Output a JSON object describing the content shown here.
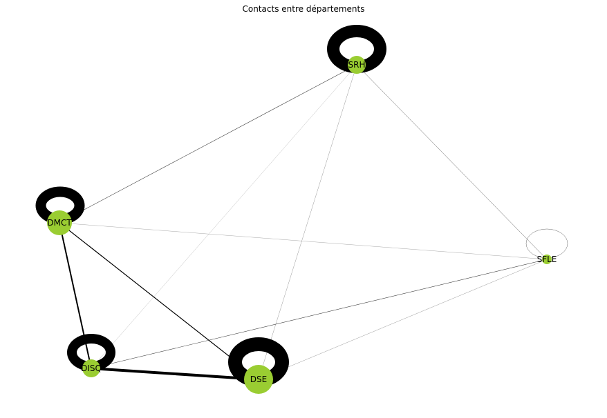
{
  "title": "Contacts entre départements",
  "colors": {
    "node": "#9acd32",
    "edge": "#000000",
    "background": "#ffffff"
  },
  "nodes": [
    {
      "id": "SRH",
      "label": "SRH"
    },
    {
      "id": "DMCT",
      "label": "DMCT"
    },
    {
      "id": "SFLE",
      "label": "SFLE"
    },
    {
      "id": "DISQ",
      "label": "DISQ"
    },
    {
      "id": "DSE",
      "label": "DSE"
    }
  ],
  "edges": [
    {
      "source": "SRH",
      "target": "DMCT",
      "weight": 0.6
    },
    {
      "source": "SRH",
      "target": "DISQ",
      "weight": 0.2
    },
    {
      "source": "SRH",
      "target": "DSE",
      "weight": 0.3
    },
    {
      "source": "SRH",
      "target": "SFLE",
      "weight": 0.5
    },
    {
      "source": "DMCT",
      "target": "SFLE",
      "weight": 0.3
    },
    {
      "source": "DMCT",
      "target": "DISQ",
      "weight": 2.0
    },
    {
      "source": "DMCT",
      "target": "DSE",
      "weight": 1.2
    },
    {
      "source": "DISQ",
      "target": "DSE",
      "weight": 4.0
    },
    {
      "source": "DISQ",
      "target": "SFLE",
      "weight": 0.6
    },
    {
      "source": "DSE",
      "target": "SFLE",
      "weight": 0.3
    }
  ],
  "self_loops": [
    {
      "node": "SRH",
      "weight": 18
    },
    {
      "node": "DMCT",
      "weight": 15
    },
    {
      "node": "DISQ",
      "weight": 14
    },
    {
      "node": "DSE",
      "weight": 20
    },
    {
      "node": "SFLE",
      "weight": 0.5
    }
  ]
}
